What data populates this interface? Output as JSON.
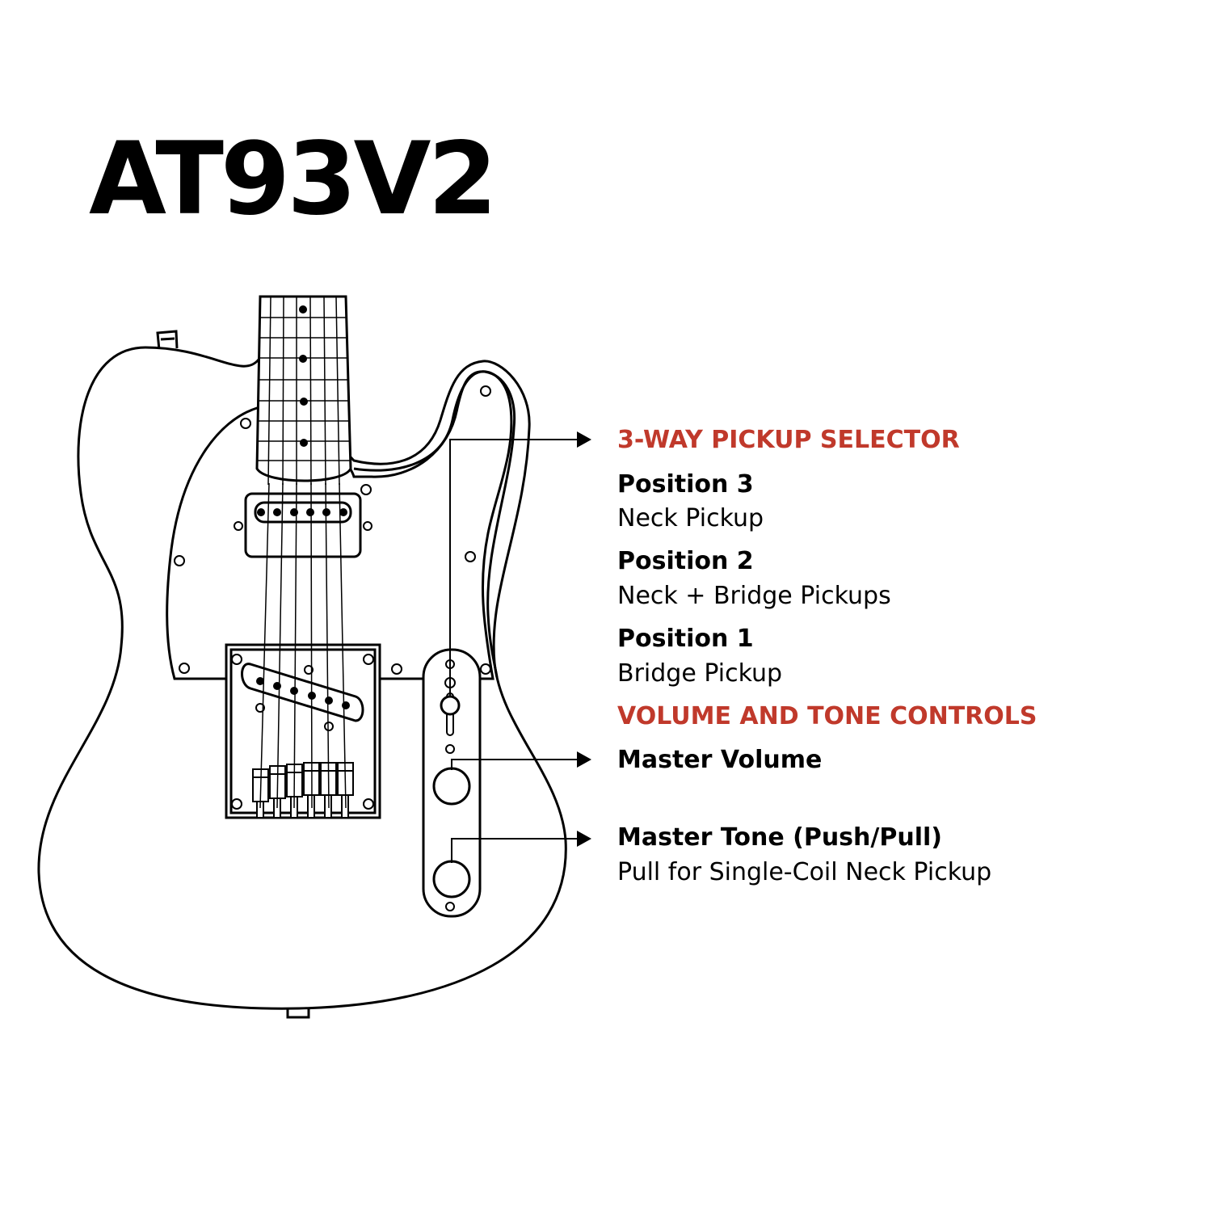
{
  "title": "AT93V2",
  "colors": {
    "accent": "#c0392b",
    "line": "#000000",
    "background": "#ffffff"
  },
  "selector": {
    "heading": "3-WAY PICKUP SELECTOR",
    "positions": [
      {
        "name": "Position 3",
        "desc": "Neck Pickup"
      },
      {
        "name": "Position 2",
        "desc": "Neck + Bridge Pickups"
      },
      {
        "name": "Position 1",
        "desc": "Bridge Pickup"
      }
    ]
  },
  "controls": {
    "heading": "VOLUME AND TONE CONTROLS",
    "volume": "Master Volume",
    "tone": "Master Tone (Push/Pull)",
    "tone_desc": "Pull for Single-Coil Neck Pickup"
  }
}
